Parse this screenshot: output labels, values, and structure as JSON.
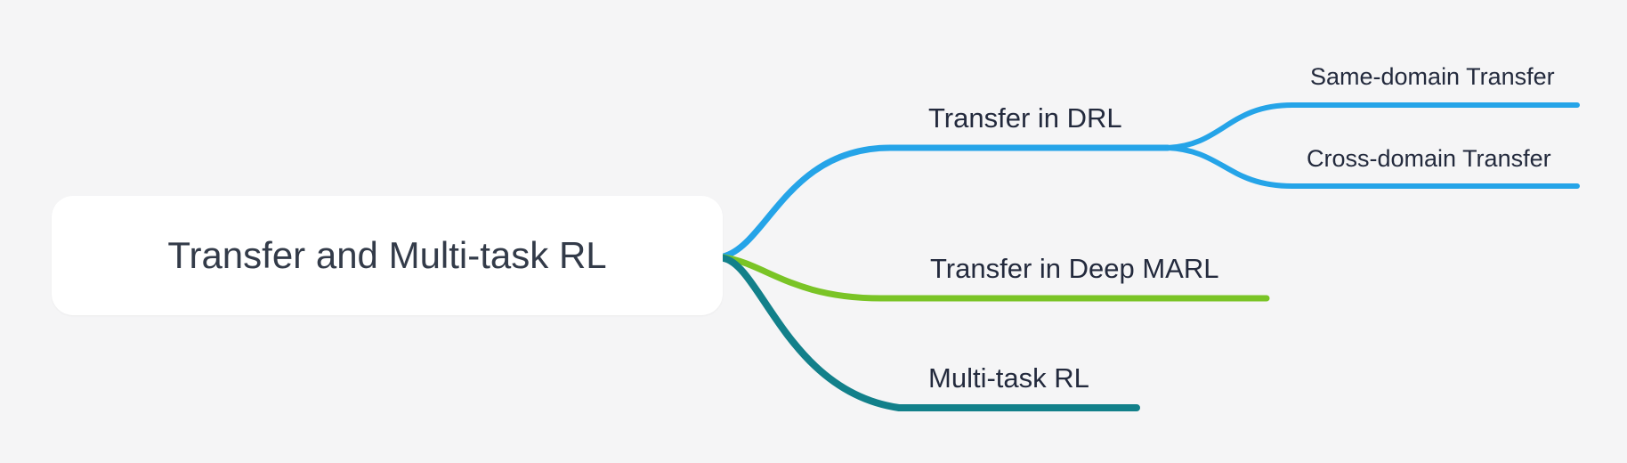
{
  "diagram": {
    "type": "mindmap",
    "root": {
      "label": "Transfer and Multi-task RL"
    },
    "branches": [
      {
        "label": "Transfer in DRL",
        "color": "#25A4E8",
        "children": [
          {
            "label": "Same-domain Transfer"
          },
          {
            "label": "Cross-domain Transfer"
          }
        ]
      },
      {
        "label": "Transfer in Deep MARL",
        "color": "#7AC426",
        "children": []
      },
      {
        "label": "Multi-task RL",
        "color": "#12808A",
        "children": []
      }
    ]
  },
  "colors": {
    "background": "#F5F5F6",
    "root_node_bg": "#FFFFFF",
    "root_text": "#333B49",
    "node_text": "#232A3D",
    "branch_blue": "#25A4E8",
    "branch_green": "#7AC426",
    "branch_teal": "#12808A"
  }
}
